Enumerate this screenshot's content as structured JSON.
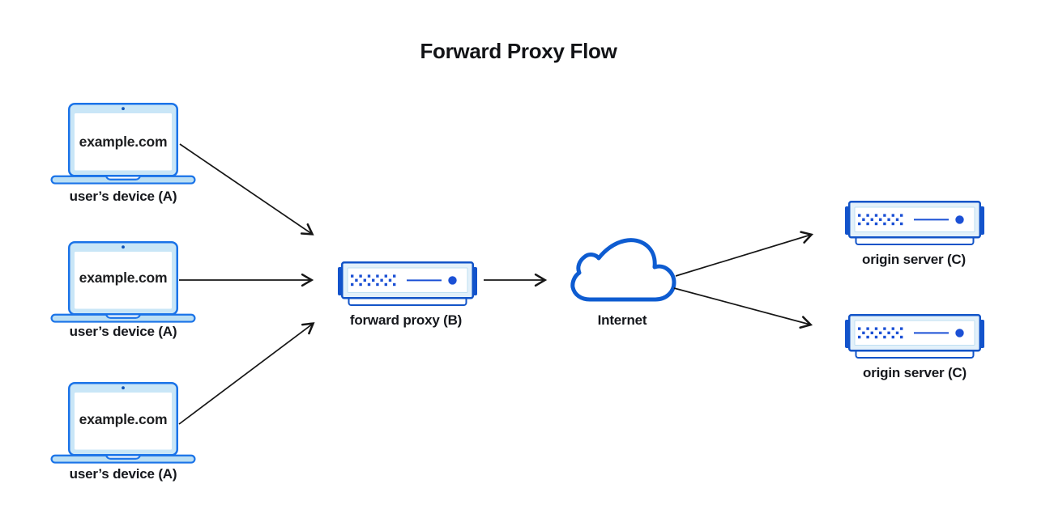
{
  "title": "Forward Proxy Flow",
  "colors": {
    "deviceStroke": "#1A73E8",
    "deviceFill": "#C9E6F7",
    "deviceBaseFill": "#BBDFF4",
    "cameraDot": "#1256B8",
    "serverStroke": "#1254C8",
    "serverFill": "#E3F1FA",
    "serverTab": "#1353CC",
    "serverAccent": "#1B50D5",
    "cloudStroke": "#0E5CD1",
    "arrow": "#161616",
    "text": "#16181D",
    "bg": "#FFFFFF"
  },
  "nodes": {
    "devices": [
      {
        "screen_text": "example.com",
        "label": "user’s device (A)"
      },
      {
        "screen_text": "example.com",
        "label": "user’s device (A)"
      },
      {
        "screen_text": "example.com",
        "label": "user’s device (A)"
      }
    ],
    "proxy": {
      "label": "forward proxy (B)"
    },
    "internet": {
      "label": "Internet"
    },
    "origins": [
      {
        "label": "origin server (C)"
      },
      {
        "label": "origin server (C)"
      }
    ]
  }
}
